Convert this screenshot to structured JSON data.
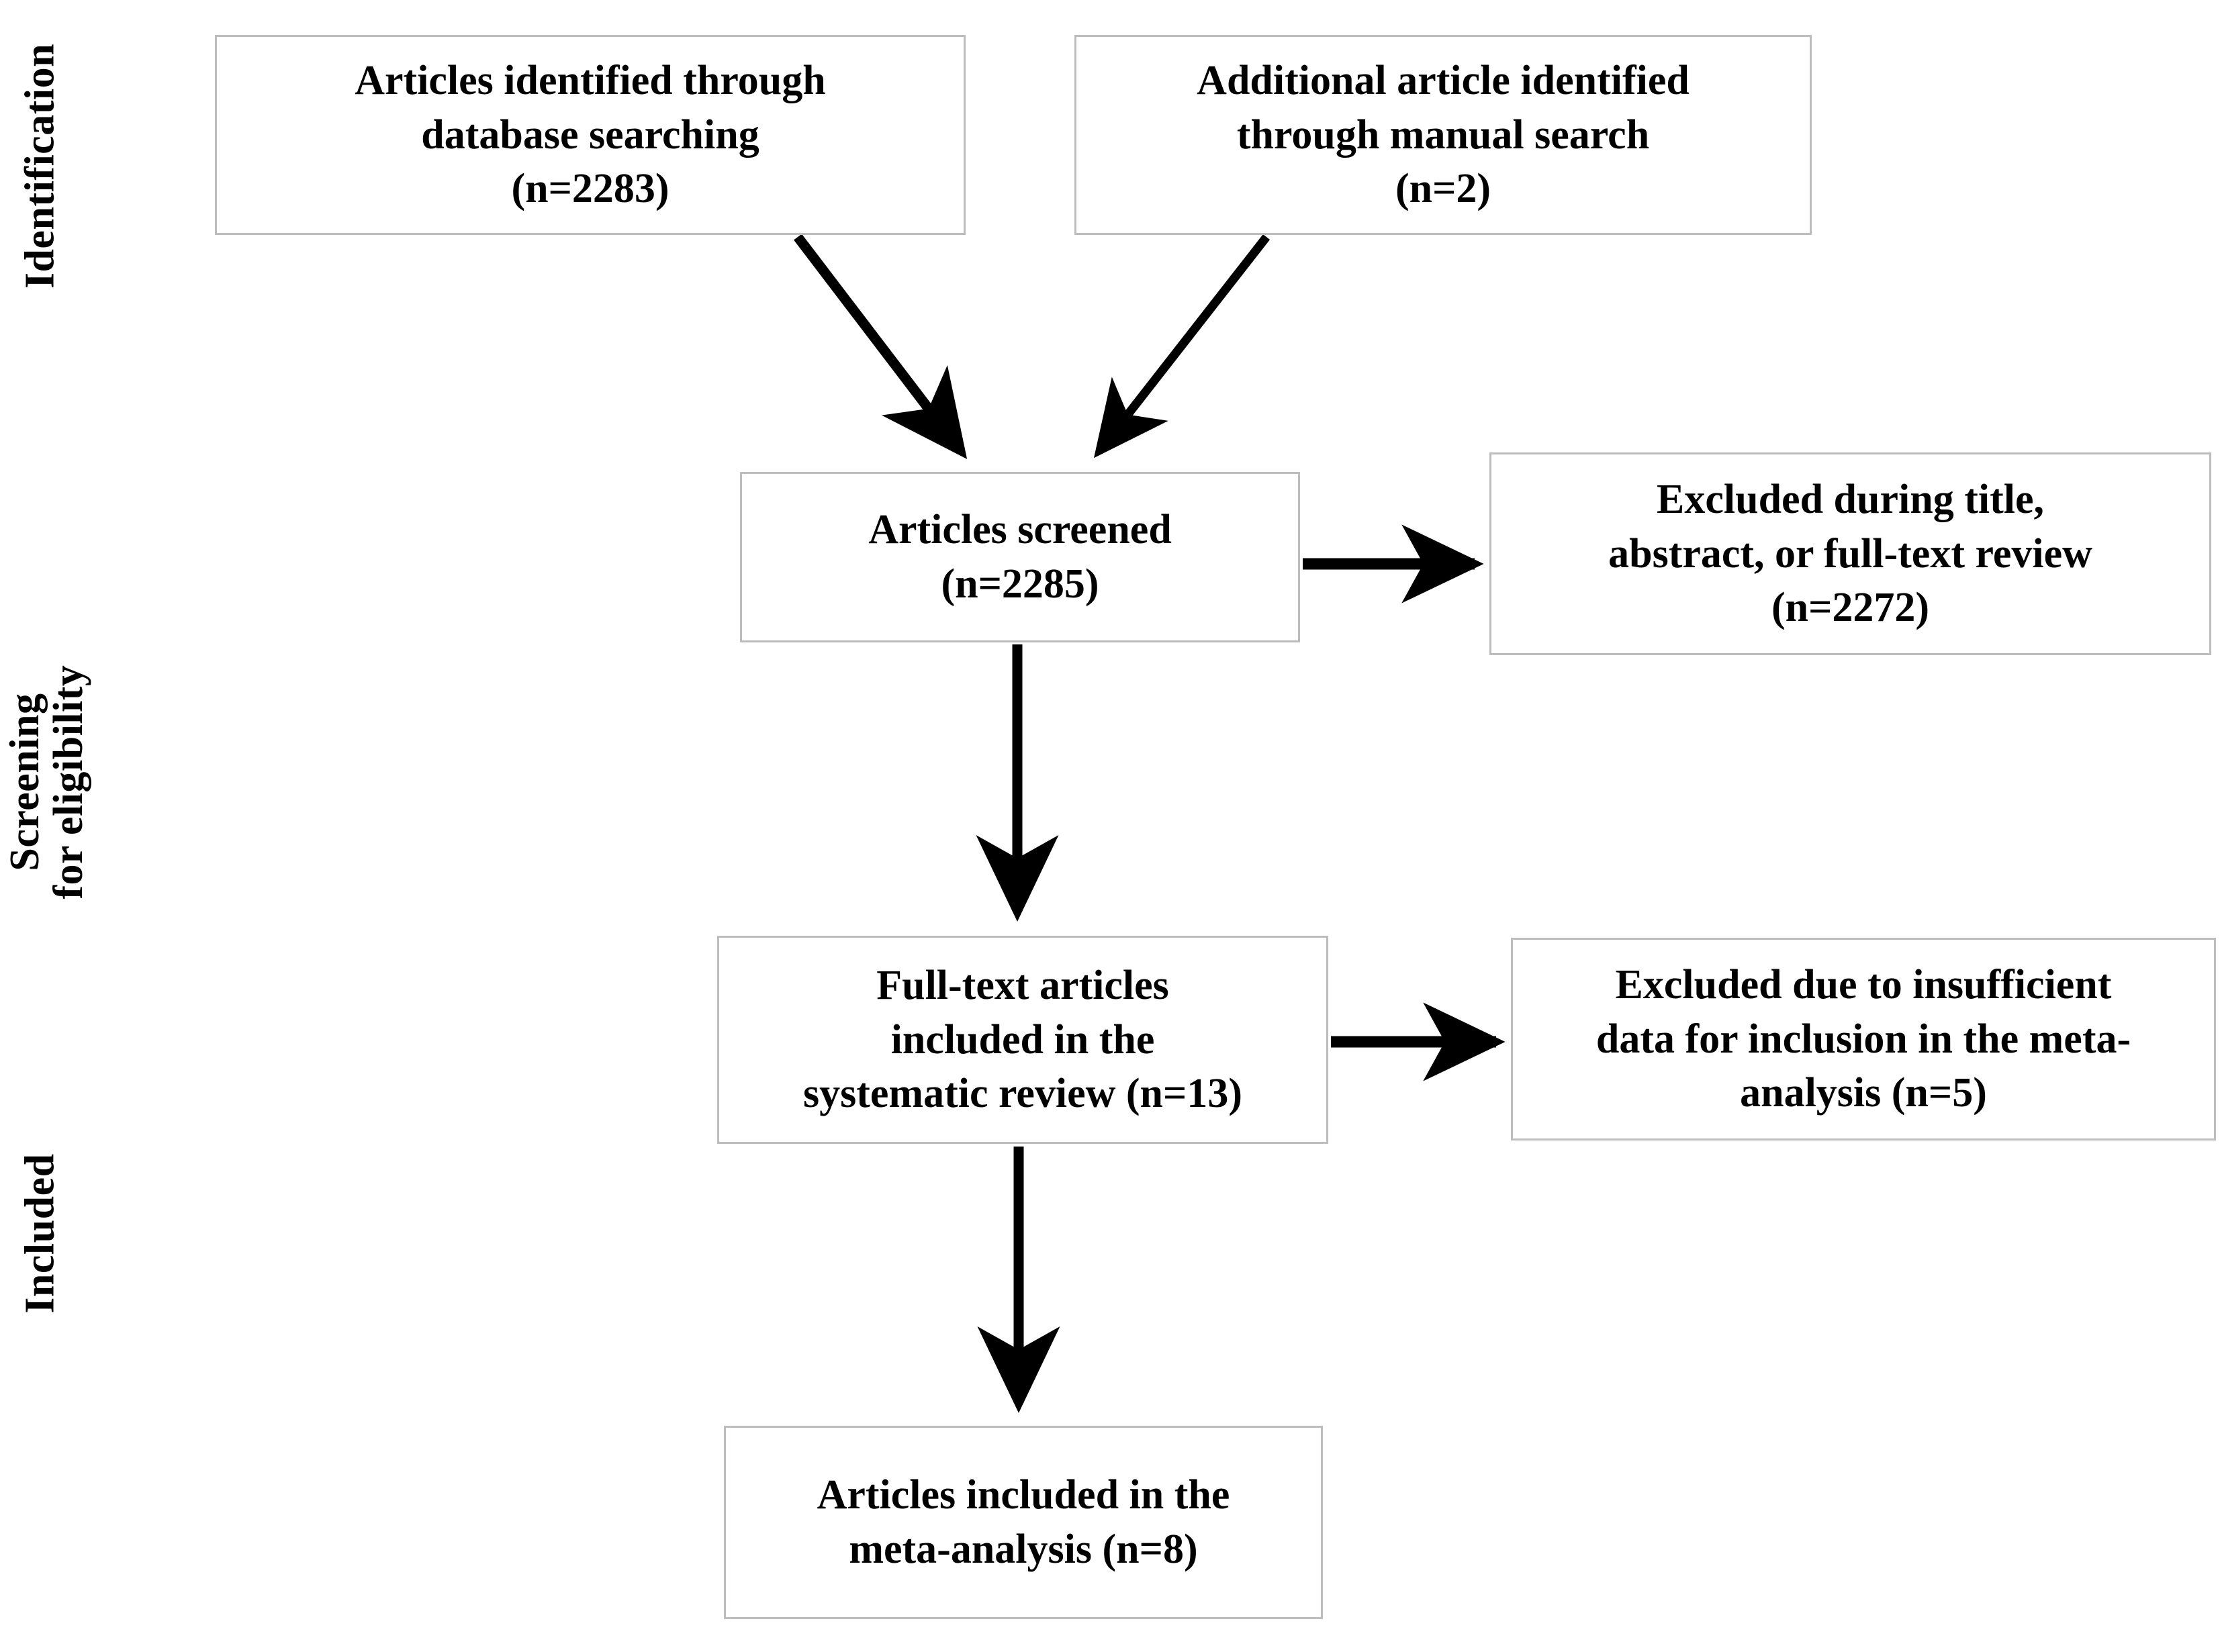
{
  "diagram": {
    "title": "PRISMA study selection flow diagram",
    "colors": {
      "box_border": "#bdbdbd",
      "text": "#000000",
      "arrow": "#000000",
      "background": "#ffffff"
    },
    "stages": [
      {
        "id": "identification",
        "lines": [
          "Identification"
        ]
      },
      {
        "id": "screening",
        "lines": [
          "Screening",
          "for eligibility"
        ]
      },
      {
        "id": "included",
        "lines": [
          "Included"
        ]
      }
    ],
    "boxes": [
      {
        "id": "db-search",
        "text": "Articles identified through\ndatabase searching\n(n=2283)",
        "n": 2283
      },
      {
        "id": "manual-search",
        "text": "Additional article identified\nthrough manual  search\n(n=2)",
        "n": 2
      },
      {
        "id": "screened",
        "text": "Articles screened\n(n=2285)",
        "n": 2285
      },
      {
        "id": "excluded-1",
        "text": "Excluded during title,\nabstract, or full-text review\n(n=2272)",
        "n": 2272
      },
      {
        "id": "fulltext",
        "text": "Full-text articles\nincluded in the\nsystematic review (n=13)",
        "n": 13
      },
      {
        "id": "excluded-2",
        "text": "Excluded due to insufficient\ndata for inclusion in the meta-\nanalysis (n=5)",
        "n": 5
      },
      {
        "id": "included",
        "text": "Articles included in the\nmeta-analysis (n=8)",
        "n": 8
      }
    ],
    "arrows": [
      {
        "id": "db-search-to-screened",
        "kind": "diagonal-down-right"
      },
      {
        "id": "manual-search-to-screened",
        "kind": "diagonal-down-left"
      },
      {
        "id": "screened-to-excluded-1",
        "kind": "horizontal-right"
      },
      {
        "id": "screened-to-fulltext",
        "kind": "vertical-down"
      },
      {
        "id": "fulltext-to-excluded-2",
        "kind": "horizontal-right"
      },
      {
        "id": "fulltext-to-included",
        "kind": "vertical-down"
      }
    ]
  },
  "stage_identification_line_1": "Identification",
  "stage_screening_line_1": "Screening",
  "stage_screening_line_2": "for eligibility",
  "stage_included_line_1": "Included"
}
